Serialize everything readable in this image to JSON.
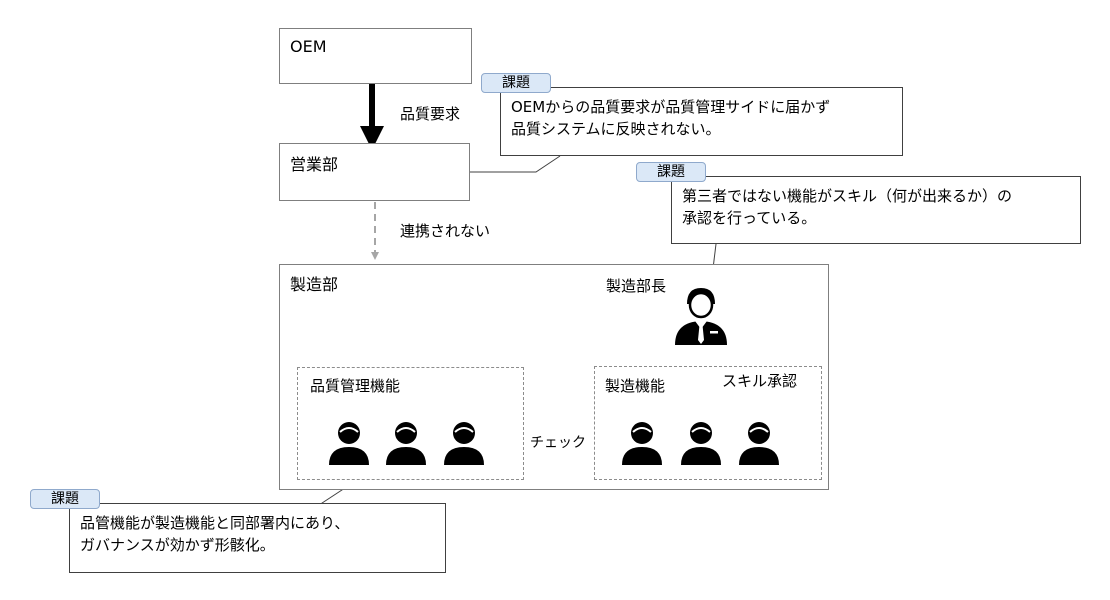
{
  "nodes": {
    "oem": "OEM",
    "sales": "営業部",
    "manufacturing": "製造部",
    "manufacturing_head": "製造部長",
    "quality_function": "品質管理機能",
    "manufacturing_function": "製造機能"
  },
  "edges": {
    "quality_requirement": "品質要求",
    "not_linked": "連携されない",
    "check": "チェック",
    "skill_approval": "スキル承認"
  },
  "callouts": [
    {
      "tag": "課題",
      "lines": [
        "OEMからの品質要求が品質管理サイドに届かず",
        "品質システムに反映されない。"
      ]
    },
    {
      "tag": "課題",
      "lines": [
        "第三者ではない機能がスキル（何が出来るか）の",
        "承認を行っている。"
      ]
    },
    {
      "tag": "課題",
      "lines": [
        "品管機能が製造機能と同部署内にあり、",
        "ガバナンスが効かず形骸化。"
      ]
    }
  ],
  "icons": {
    "person": "person-icon",
    "manager": "manager-icon"
  },
  "colors": {
    "tag_fill": "#dbe8f7",
    "tag_border": "#8fa9cc",
    "dashed_arrow": "#a6a6a6"
  }
}
